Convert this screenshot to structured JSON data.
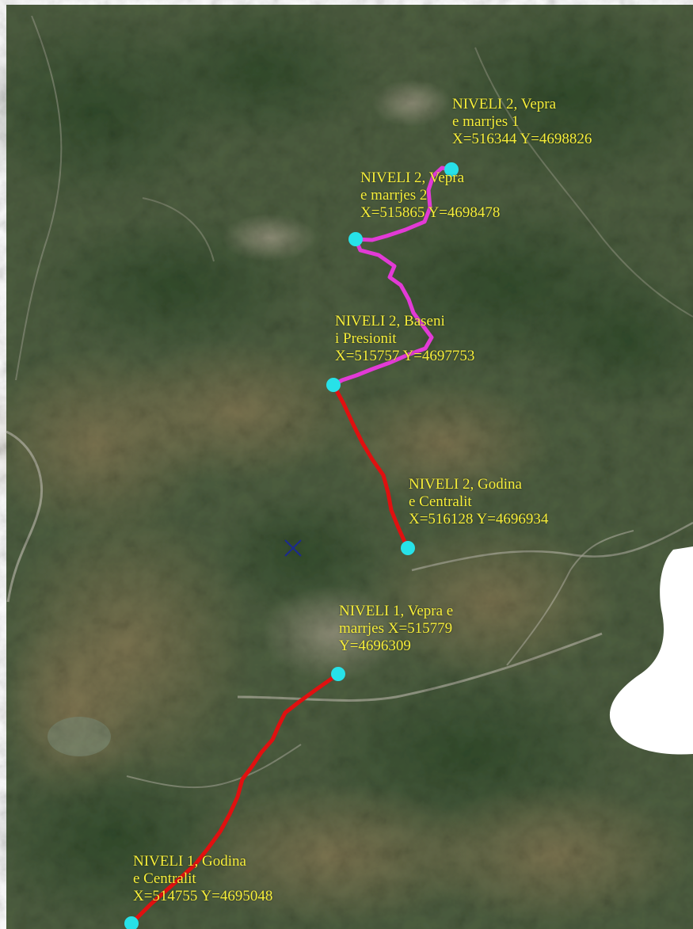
{
  "colors": {
    "label_text": "#f6ee3a",
    "station_marker": "#27e1e8",
    "level2_upper_route": "#e23ad6",
    "lower_route": "#e01010",
    "cross_marker": "#1b2a8f",
    "background_blank": "#ffffff"
  },
  "icons": {
    "station": "cyan-circle",
    "center_marker": "x-cross"
  },
  "stations": [
    {
      "id": "n2-vepra-1",
      "lines": [
        "NIVELI 2, Vepra",
        "e marrjes 1",
        "X=516344 Y=4698826"
      ]
    },
    {
      "id": "n2-vepra-2",
      "lines": [
        "NIVELI 2, Vepra",
        "e marrjes 2",
        "X=515865 Y=4698478"
      ]
    },
    {
      "id": "n2-baseni",
      "lines": [
        "NIVELI 2, Baseni",
        "i Presionit",
        "X=515757 Y=4697753"
      ]
    },
    {
      "id": "n2-godina",
      "lines": [
        "NIVELI 2, Godina",
        "e Centralit",
        "X=516128 Y=4696934"
      ]
    },
    {
      "id": "n1-vepra",
      "lines": [
        "NIVELI 1, Vepra e",
        "marrjes X=515779",
        "Y=4696309"
      ]
    },
    {
      "id": "n1-godina",
      "lines": [
        "NIVELI 1, Godina",
        "e Centralit",
        "X=514755 Y=4695048"
      ]
    }
  ]
}
